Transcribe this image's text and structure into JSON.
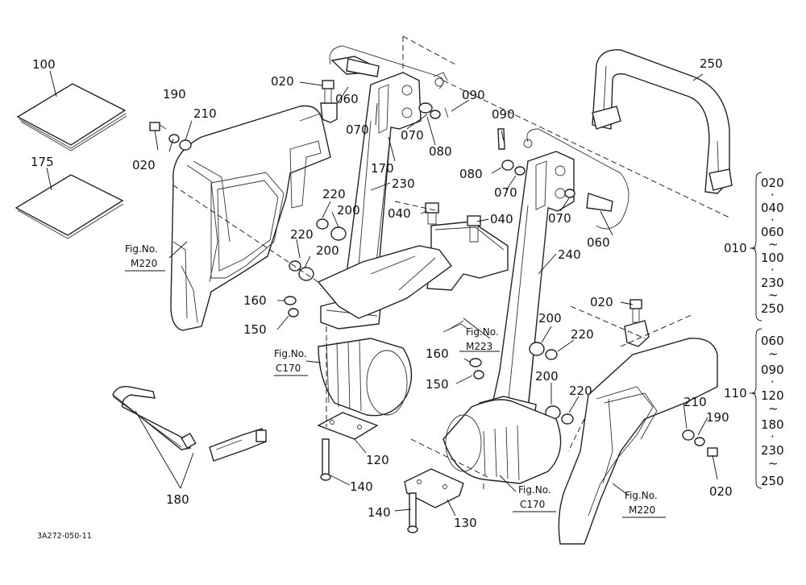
{
  "diagram": {
    "doc_code": "3A272-050-11",
    "part_labels": {
      "p100": "100",
      "p175": "175",
      "p190a": "190",
      "p210a": "210",
      "p020a": "020",
      "p020b": "020",
      "p060a": "060",
      "p090a": "090",
      "p070a": "070",
      "p070b": "070",
      "p080a": "080",
      "p170": "170",
      "p230": "230",
      "p220a": "220",
      "p200a": "200",
      "p220b": "220",
      "p200b": "200",
      "p040a": "040",
      "p040b": "040",
      "p160a": "160",
      "p150a": "150",
      "p090b": "090",
      "p080b": "080",
      "p070c": "070",
      "p070d": "070",
      "p060b": "060",
      "p240": "240",
      "p250": "250",
      "p020c": "020",
      "p200c": "200",
      "p220c": "220",
      "p160b": "160",
      "p150b": "150",
      "p200d": "200",
      "p220d": "220",
      "p210b": "210",
      "p190b": "190",
      "p020d": "020",
      "p120": "120",
      "p140a": "140",
      "p140b": "140",
      "p130": "130",
      "p180": "180",
      "p010": "010",
      "p110": "110"
    },
    "figure_refs": {
      "ref_m220_left": {
        "line1": "Fig.No.",
        "line2": "M220"
      },
      "ref_c170_left": {
        "line1": "Fig.No.",
        "line2": "C170"
      },
      "ref_m223": {
        "line1": "Fig.No.",
        "line2": "M223"
      },
      "ref_c170_right": {
        "line1": "Fig.No.",
        "line2": "C170"
      },
      "ref_m220_right": {
        "line1": "Fig.No.",
        "line2": "M220"
      }
    },
    "group_010": [
      "020",
      "040",
      "060",
      "100",
      "230",
      "250"
    ],
    "group_010_seps": [
      "·",
      "·",
      "~",
      "·",
      "~"
    ],
    "group_110": [
      "060",
      "090",
      "120",
      "180",
      "230",
      "250"
    ],
    "group_110_seps": [
      "~",
      "·",
      "~",
      "·",
      "~"
    ]
  }
}
